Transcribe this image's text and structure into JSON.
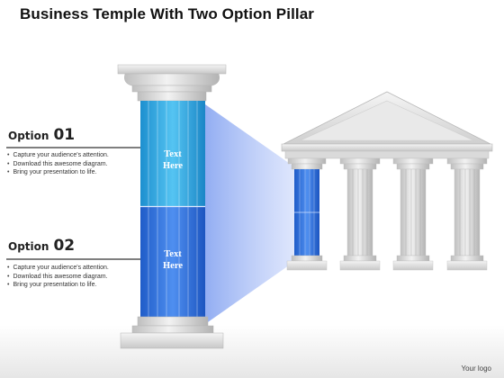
{
  "title": "Business Temple With Two Option Pillar",
  "options": [
    {
      "word": "Option",
      "number": "01",
      "bullets": [
        "Capture your audience's attention.",
        "Download this awesome diagram.",
        "Bring your presentation to life."
      ],
      "pillar_text": [
        "Text",
        "Here"
      ],
      "color": "#2aa8e0"
    },
    {
      "word": "Option",
      "number": "02",
      "bullets": [
        "Capture your audience's attention.",
        "Download this awesome diagram.",
        "Bring your presentation to life."
      ],
      "pillar_text": [
        "Text",
        "Here"
      ],
      "color": "#2a6fd8"
    }
  ],
  "watermark": "Your logo",
  "colors": {
    "highlight_column": "#3b78e0",
    "beam": "#9fb8f4",
    "stone": "#d4d4d4",
    "divider": "#333333"
  },
  "icons": [
    "temple-icon",
    "pillar-icon"
  ]
}
